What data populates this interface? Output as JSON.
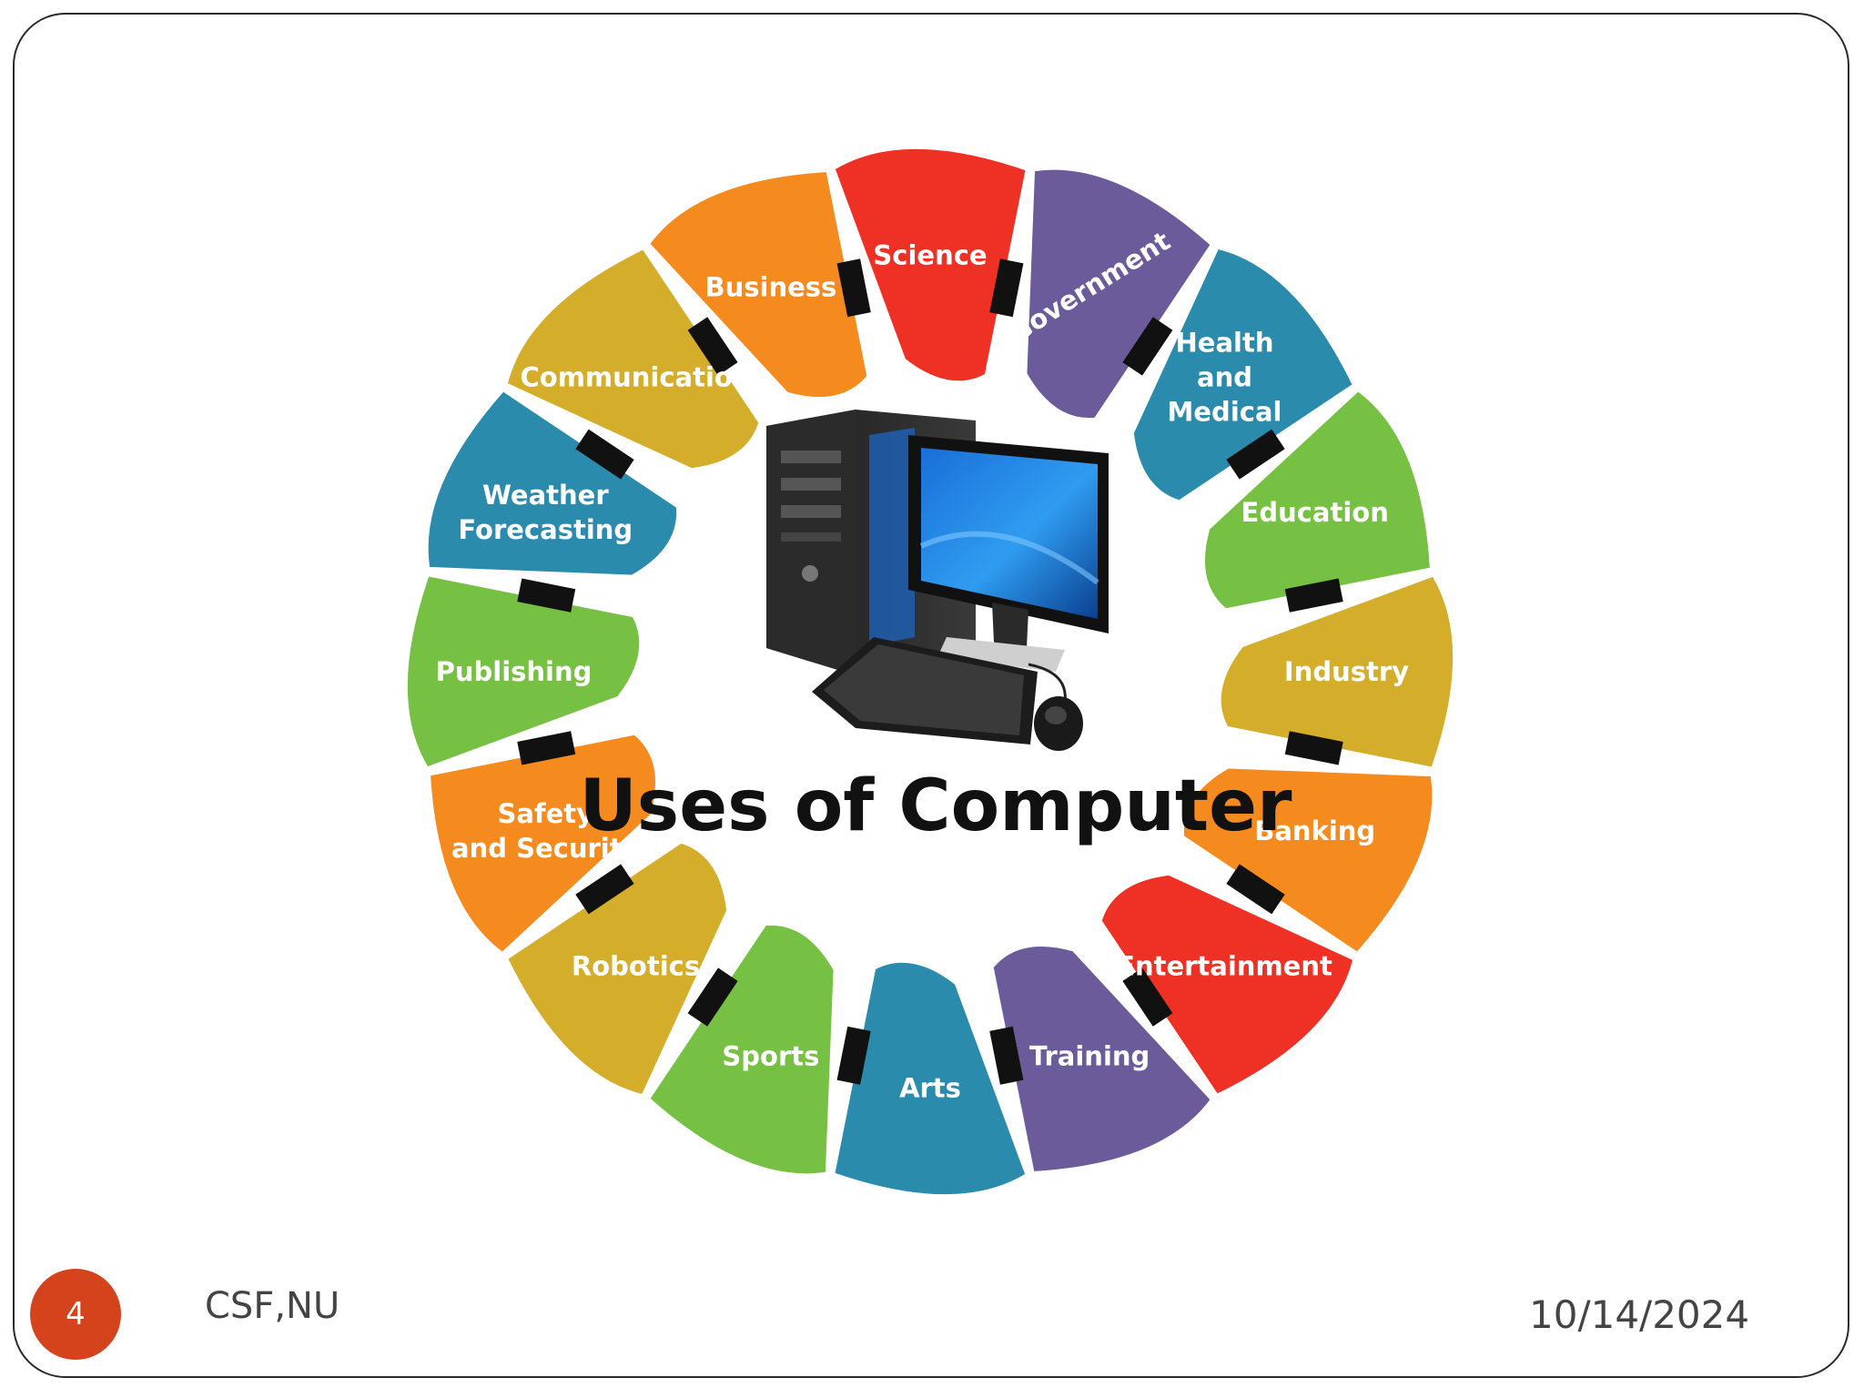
{
  "slide": {
    "number": "4",
    "footer_left": "CSF,NU",
    "date": "10/14/2024"
  },
  "diagram": {
    "title": "Uses of Computer",
    "center_icon": "desktop-computer-icon",
    "segments": [
      {
        "id": "science",
        "lines": [
          "Science"
        ],
        "color": "#ee3124"
      },
      {
        "id": "government",
        "lines": [
          "Government"
        ],
        "color": "#6b5b9a"
      },
      {
        "id": "health-and-medical",
        "lines": [
          "Health",
          "and",
          "Medical"
        ],
        "color": "#2a8bad"
      },
      {
        "id": "education",
        "lines": [
          "Education"
        ],
        "color": "#76c043"
      },
      {
        "id": "industry",
        "lines": [
          "Industry"
        ],
        "color": "#d4ae2b"
      },
      {
        "id": "banking",
        "lines": [
          "Banking"
        ],
        "color": "#f58a1f"
      },
      {
        "id": "entertainment",
        "lines": [
          "Entertainment"
        ],
        "color": "#ee3124"
      },
      {
        "id": "training",
        "lines": [
          "Training"
        ],
        "color": "#6b5b9a"
      },
      {
        "id": "arts",
        "lines": [
          "Arts"
        ],
        "color": "#2a8bad"
      },
      {
        "id": "sports",
        "lines": [
          "Sports"
        ],
        "color": "#76c043"
      },
      {
        "id": "robotics",
        "lines": [
          "Robotics"
        ],
        "color": "#d4ae2b"
      },
      {
        "id": "safety-and-security",
        "lines": [
          "Safety",
          "and Security"
        ],
        "color": "#f58a1f"
      },
      {
        "id": "publishing",
        "lines": [
          "Publishing"
        ],
        "color": "#76c043"
      },
      {
        "id": "weather-forecasting",
        "lines": [
          "Weather",
          "Forecasting"
        ],
        "color": "#2a8bad"
      },
      {
        "id": "communication",
        "lines": [
          "Communication"
        ],
        "color": "#d4ae2b"
      },
      {
        "id": "business",
        "lines": [
          "Business"
        ],
        "color": "#f58a1f"
      }
    ]
  }
}
